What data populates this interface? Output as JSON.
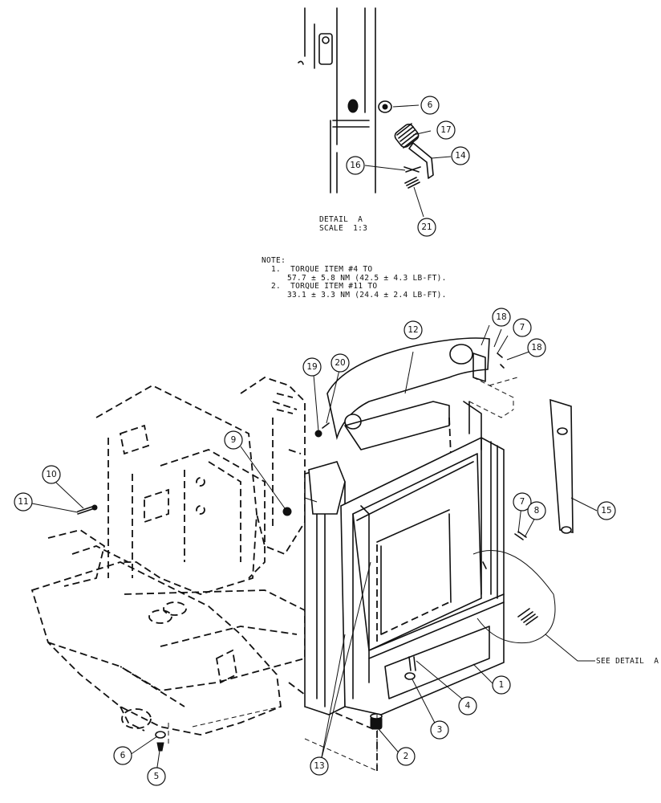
{
  "detail": {
    "title": "DETAIL  A",
    "scale": "SCALE  1:3"
  },
  "note": {
    "heading": "NOTE:",
    "line1": "1.  TORQUE ITEM #4 TO",
    "line1b": "57.7 ± 5.8 NM (42.5 ± 4.3 LB-FT).",
    "line2": "2.  TORQUE ITEM #11 TO",
    "line2b": "33.1 ± 3.3 NM (24.4 ± 2.4 LB-FT)."
  },
  "see_detail": "SEE DETAIL  A",
  "callouts": [
    "6",
    "17",
    "14",
    "16",
    "21",
    "12",
    "18",
    "7",
    "18",
    "19",
    "20",
    "9",
    "10",
    "11",
    "15",
    "7",
    "8",
    "1",
    "4",
    "3",
    "2",
    "13",
    "6",
    "5"
  ]
}
